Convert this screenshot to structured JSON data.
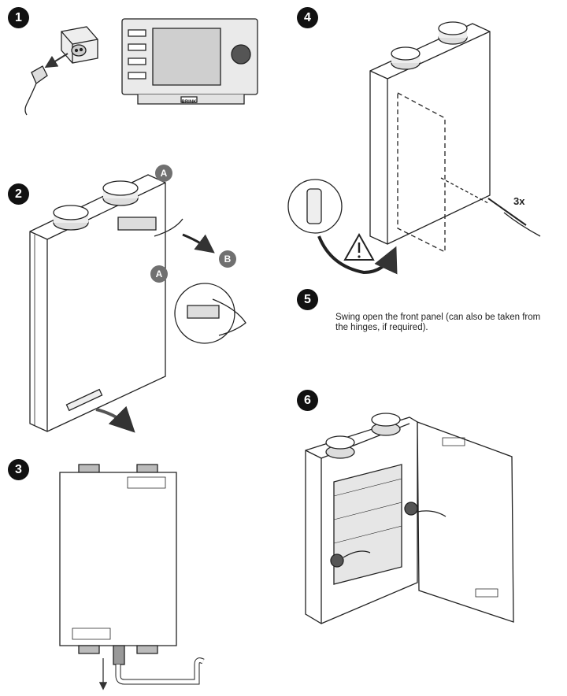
{
  "steps": [
    {
      "number": "1"
    },
    {
      "number": "2",
      "callouts": [
        "A",
        "B",
        "A"
      ]
    },
    {
      "number": "3"
    },
    {
      "number": "4",
      "repeat_label": "3x"
    },
    {
      "number": "5",
      "caption": "Swing open the front panel (can also be taken from the hinges, if required)."
    },
    {
      "number": "6"
    }
  ],
  "controller": {
    "brand_label": "BRINK"
  },
  "icons": {
    "warning": "warning-triangle-icon",
    "plug": "power-plug-icon",
    "arrow": "direction-arrow-icon"
  }
}
